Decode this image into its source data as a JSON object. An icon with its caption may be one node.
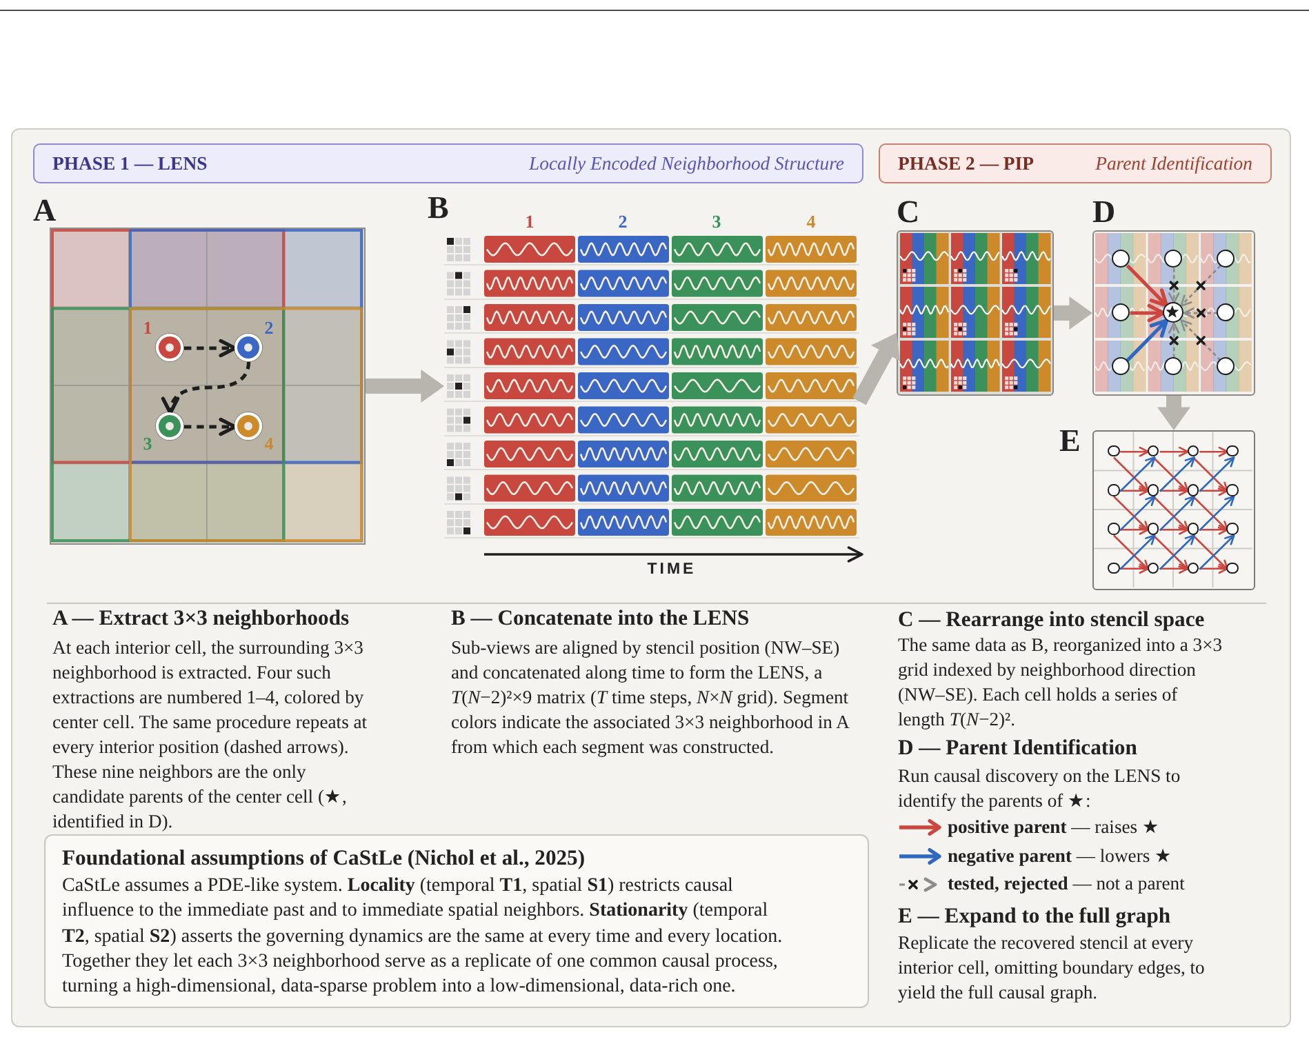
{
  "diagram": {
    "nodes": [
      {
        "text": [
          "PHASE 1 — LENS",
          "Locally Encoded Neighborhood Structure"
        ]
      },
      {
        "text": [
          "PHASE 2 — PIP",
          "Parent Identification"
        ]
      },
      {
        "text": [],
        "shape": "picture",
        "beside": [
          "A"
        ]
      },
      {
        "text": [],
        "shape": "circle",
        "in": 2,
        "beside": [
          "1"
        ]
      },
      {
        "text": [],
        "shape": "circle",
        "in": 2,
        "beside": [
          "2"
        ]
      },
      {
        "text": [],
        "shape": "circle",
        "in": 2,
        "beside": [
          "3"
        ]
      },
      {
        "text": [],
        "shape": "circle",
        "in": 2,
        "beside": [
          "4"
        ]
      },
      {
        "text": [],
        "shape": "picture",
        "beside": [
          "B"
        ]
      },
      {
        "text": [],
        "shape": "picture",
        "beside": [
          "C"
        ]
      },
      {
        "text": [],
        "shape": "picture",
        "beside": [
          "D"
        ]
      },
      {
        "text": [],
        "shape": "circle",
        "in": 9
      },
      {
        "text": [],
        "shape": "circle",
        "in": 9
      },
      {
        "text": [],
        "shape": "circle",
        "in": 9
      },
      {
        "text": [],
        "shape": "circle",
        "in": 9
      },
      {
        "text": [],
        "shape": "star",
        "in": 9
      },
      {
        "text": [],
        "shape": "circle",
        "in": 9
      },
      {
        "text": [],
        "shape": "circle",
        "in": 9
      },
      {
        "text": [],
        "shape": "circle",
        "in": 9
      },
      {
        "text": [],
        "shape": "circle",
        "in": 9
      },
      {
        "text": [],
        "shape": "picture",
        "beside": [
          "E"
        ]
      },
      {
        "text": [],
        "shape": "circle",
        "in": 19
      },
      {
        "text": [],
        "shape": "circle",
        "in": 19
      },
      {
        "text": [],
        "shape": "circle",
        "in": 19
      },
      {
        "text": [],
        "shape": "circle",
        "in": 19
      },
      {
        "text": [],
        "shape": "circle",
        "in": 19
      },
      {
        "text": [],
        "shape": "circle",
        "in": 19
      },
      {
        "text": [],
        "shape": "circle",
        "in": 19
      },
      {
        "text": [],
        "shape": "circle",
        "in": 19
      },
      {
        "text": [],
        "shape": "circle",
        "in": 19
      },
      {
        "text": [],
        "shape": "circle",
        "in": 19
      },
      {
        "text": [],
        "shape": "circle",
        "in": 19
      },
      {
        "text": [],
        "shape": "circle",
        "in": 19
      },
      {
        "text": [],
        "shape": "circle",
        "in": 19
      },
      {
        "text": [],
        "shape": "circle",
        "in": 19
      },
      {
        "text": [],
        "shape": "circle",
        "in": 19
      },
      {
        "text": [],
        "shape": "circle",
        "in": 19
      },
      {
        "text": [
          "Foundational assumptions of CaStLe (Nichol et al., 2025)",
          "CaStLe assumes a PDE-like system. **Locality** (temporal **T1**, spatial **S1**) restricts causal influence to the immediate past and to immediate spatial neighbors. **Stationarity** (temporal **T2**, spatial **S2**) asserts the governing dynamics are the same at every time and every location. Together they let each 3×3 neighborhood serve as a replicate of one common causal process, turning a high-dimensional, data-sparse problem into a low-dimensional, data-rich one."
        ]
      }
    ],
    "edges": [
      {
        "from": 3,
        "to": 4,
        "arrow": "to",
        "style": "dashed",
        "color": "#1e1e1e"
      },
      {
        "from": 4,
        "to": 5,
        "arrow": "to",
        "style": "dashed",
        "color": "#1e1e1e"
      },
      {
        "from": 5,
        "to": 6,
        "arrow": "to",
        "style": "dashed",
        "color": "#1e1e1e"
      },
      {
        "from": 2,
        "to": 7,
        "arrow": "to",
        "style": "thick",
        "color": "#b8b5ae"
      },
      {
        "from": 7,
        "to": 8,
        "arrow": "to",
        "style": "thick",
        "color": "#b8b5ae"
      },
      {
        "from": 8,
        "to": 9,
        "arrow": "to",
        "style": "thick",
        "color": "#b8b5ae"
      },
      {
        "from": 9,
        "to": 19,
        "arrow": "to",
        "style": "thick",
        "color": "#b8b5ae"
      },
      {
        "from": 10,
        "to": 14,
        "arrow": "to"
      },
      {
        "from": 13,
        "to": 14,
        "arrow": "to"
      },
      {
        "from": 16,
        "to": 14,
        "arrow": "to",
        "color": "#2f68c0"
      },
      {
        "from": 11,
        "to": 14,
        "arrow": "to",
        "style": "dashed",
        "color": "#8d8d8d"
      },
      {
        "from": 12,
        "to": 14,
        "arrow": "to",
        "style": "dashed",
        "color": "#8d8d8d"
      },
      {
        "from": 15,
        "to": 14,
        "arrow": "to",
        "style": "dashed",
        "color": "#8d8d8d"
      },
      {
        "from": 17,
        "to": 14,
        "arrow": "to",
        "style": "dashed",
        "color": "#8d8d8d"
      },
      {
        "from": 18,
        "to": 14,
        "arrow": "to",
        "style": "dashed",
        "color": "#8d8d8d"
      },
      {
        "from": 20,
        "to": 21,
        "arrow": "to"
      },
      {
        "from": 21,
        "to": 22,
        "arrow": "to"
      },
      {
        "from": 22,
        "to": 23,
        "arrow": "to"
      },
      {
        "from": 24,
        "to": 25,
        "arrow": "to"
      },
      {
        "from": 25,
        "to": 26,
        "arrow": "to"
      },
      {
        "from": 26,
        "to": 27,
        "arrow": "to"
      },
      {
        "from": 28,
        "to": 29,
        "arrow": "to"
      },
      {
        "from": 29,
        "to": 30,
        "arrow": "to"
      },
      {
        "from": 30,
        "to": 31,
        "arrow": "to"
      },
      {
        "from": 32,
        "to": 33,
        "arrow": "to"
      },
      {
        "from": 33,
        "to": 34,
        "arrow": "to"
      },
      {
        "from": 34,
        "to": 35,
        "arrow": "to"
      },
      {
        "from": 20,
        "to": 25,
        "arrow": "to"
      },
      {
        "from": 21,
        "to": 26,
        "arrow": "to"
      },
      {
        "from": 22,
        "to": 27,
        "arrow": "to"
      },
      {
        "from": 24,
        "to": 29,
        "arrow": "to"
      },
      {
        "from": 25,
        "to": 30,
        "arrow": "to"
      },
      {
        "from": 26,
        "to": 31,
        "arrow": "to"
      },
      {
        "from": 28,
        "to": 33,
        "arrow": "to"
      },
      {
        "from": 29,
        "to": 34,
        "arrow": "to"
      },
      {
        "from": 30,
        "to": 35,
        "arrow": "to"
      },
      {
        "from": 24,
        "to": 21,
        "arrow": "to",
        "color": "#2f68c0"
      },
      {
        "from": 25,
        "to": 22,
        "arrow": "to",
        "color": "#2f68c0"
      },
      {
        "from": 26,
        "to": 23,
        "arrow": "to",
        "color": "#2f68c0"
      },
      {
        "from": 28,
        "to": 25,
        "arrow": "to",
        "color": "#2f68c0"
      },
      {
        "from": 29,
        "to": 26,
        "arrow": "to",
        "color": "#2f68c0"
      },
      {
        "from": 30,
        "to": 27,
        "arrow": "to",
        "color": "#2f68c0"
      },
      {
        "from": 32,
        "to": 29,
        "arrow": "to",
        "color": "#2f68c0"
      },
      {
        "from": 33,
        "to": 30,
        "arrow": "to",
        "color": "#2f68c0"
      },
      {
        "from": 34,
        "to": 31,
        "arrow": "to",
        "color": "#2f68c0"
      }
    ],
    "labels": [
      "1",
      "2",
      "3",
      "4",
      "TIME",
      "A — Extract 3×3 neighborhoods",
      "At each interior cell, the surrounding 3×3 neighborhood is extracted. Four such extractions are numbered 1–4, colored by center cell. The same procedure repeats at every interior position (dashed arrows). These nine neighbors are the only candidate parents of the center cell (★, identified in D).",
      "B — Concatenate into the LENS",
      "Sub-views are aligned by stencil position (NW–SE) and concatenated along time to form the LENS, a *T*(*N*−2)²×9 matrix (*T* time steps, *N*×*N* grid). Segment colors indicate the associated 3×3 neighborhood in A from which each segment was constructed.",
      "C — Rearrange into stencil space",
      "The same data as B, reorganized into a 3×3 grid indexed by neighborhood direction (NW–SE). Each cell holds a series of length *T*(*N*−2)².",
      "D — Parent Identification",
      "Run causal discovery on the LENS to identify the parents of ★:",
      "E — Expand to the full graph",
      "Replicate the recovered stencil at every interior cell, omitting boundary edges, to yield the full causal graph."
    ],
    "legend": [
      {
        "text": "**positive parent** — raises ★"
      },
      {
        "text": "**negative parent** — lowers ★"
      },
      {
        "text": "**tested, rejected** — not a parent"
      }
    ]
  }
}
